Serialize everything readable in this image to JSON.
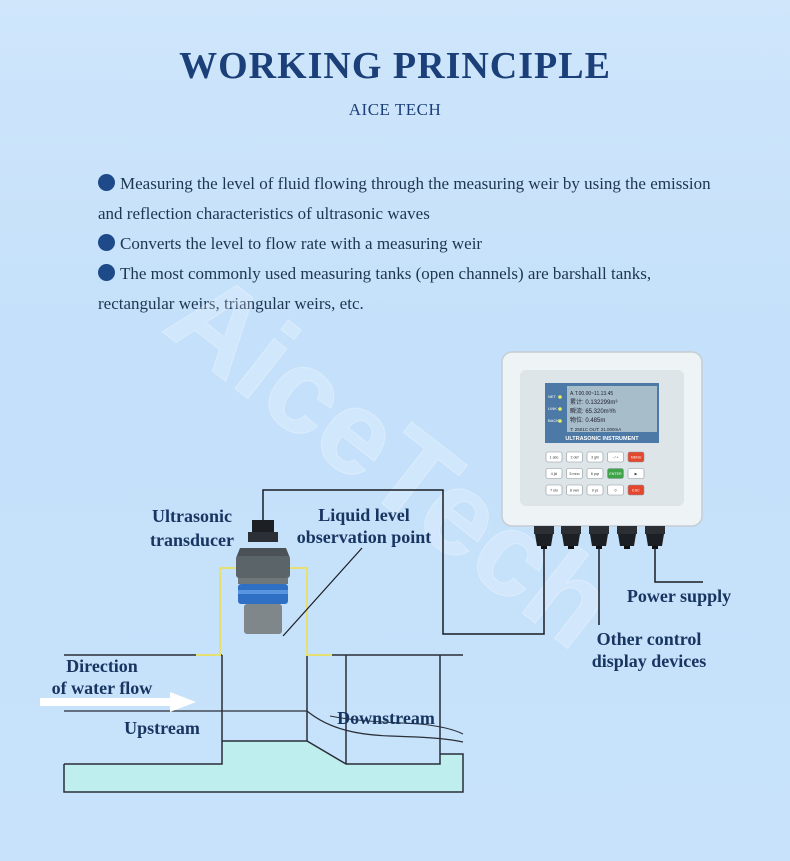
{
  "header": {
    "title": "WORKING PRINCIPLE",
    "subtitle": "AICE TECH"
  },
  "bullets": [
    "Measuring the level of fluid flowing through the measuring weir by using the emission and reflection characteristics of ultrasonic waves",
    "Converts the level to flow rate with a measuring weir",
    "The most commonly used measuring tanks (open channels) are barshall tanks, rectangular weirs, triangular weirs, etc."
  ],
  "watermark": "AiceTech",
  "diagram": {
    "labels": {
      "transducer_line1": "Ultrasonic",
      "transducer_line2": "transducer",
      "observation_line1": "Liquid level",
      "observation_line2": "observation point",
      "direction_line1": "Direction",
      "direction_line2": "of water flow",
      "upstream": "Upstream",
      "downstream": "Downstream",
      "power_supply": "Power supply",
      "other_line1": "Other control",
      "other_line2": "display devices"
    },
    "instrument": {
      "screen_rows": [
        "A.T.00.00~11.13.45",
        "累计:  0.132299m³",
        "瞬流:  65.320m³/h",
        "物位:      0.485m",
        "T: 2501C OUT: 21.000mA"
      ],
      "side_labels": [
        "NET",
        "LINK",
        "BACK"
      ],
      "brand_label": "ULTRASONIC INSTRUMENT",
      "keys_row1": [
        "1 abc",
        "2 def",
        "3 ghi",
        "- / +",
        "MENU"
      ],
      "keys_row2": [
        "4 jkl",
        "5 mno",
        "6 pqr",
        "ENTER",
        "▶"
      ],
      "keys_row3": [
        "7 stu",
        "8 vwx",
        "9 yz",
        "0",
        "ESC"
      ]
    },
    "colors": {
      "water": "#bfeeee",
      "panel": "#eef3f5",
      "screen": "#a7bdc9",
      "menu_key": "#e4472e",
      "enter_key": "#3fa447",
      "esc_key": "#e4472e",
      "text": "#173560"
    }
  }
}
